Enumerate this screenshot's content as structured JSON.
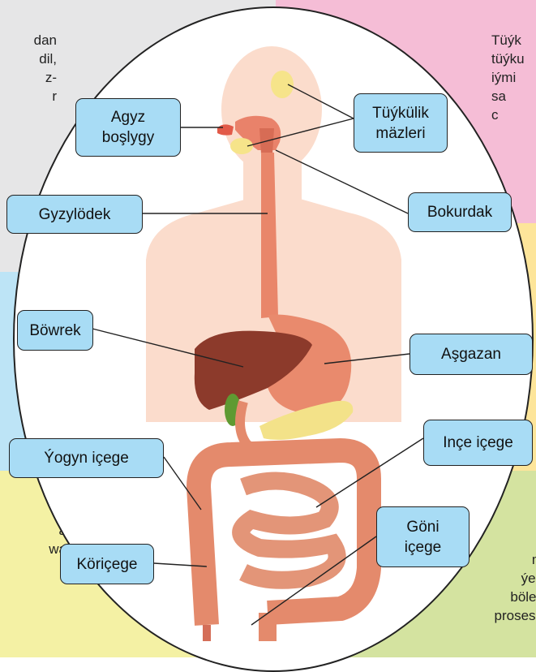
{
  "colors": {
    "top_left_bg": "#e6e6e7",
    "top_right_bg": "#f5bdd6",
    "mid_left_bg": "#bde4f6",
    "mid_right_bg": "#fde59a",
    "bottom_left_bg": "#f4f1a4",
    "bottom_right_bg": "#d4e3a0",
    "label_bg": "#a8dcf5"
  },
  "side_text": {
    "top_left": "dan\n dil,\nz-\nr",
    "top_right": "Tüýk\ntüýku\niými\nsa\nc",
    "bottom_left": "ä\nwa",
    "bottom_right": "m\nýen\nbölek\nprosese"
  },
  "labels": {
    "mouth": "Agyz\nboşlygy",
    "salivary": "Tüýkülik\nmäzleri",
    "pharynx": "Bokurdak",
    "esophagus": "Gyzylödek",
    "liver": "Böwrek",
    "stomach": "Aşgazan",
    "small_intestine": "Inçe içege",
    "large_intestine": "Ýogyn içege",
    "rectum": "Göni\niçege",
    "appendix": "Köriçege"
  }
}
